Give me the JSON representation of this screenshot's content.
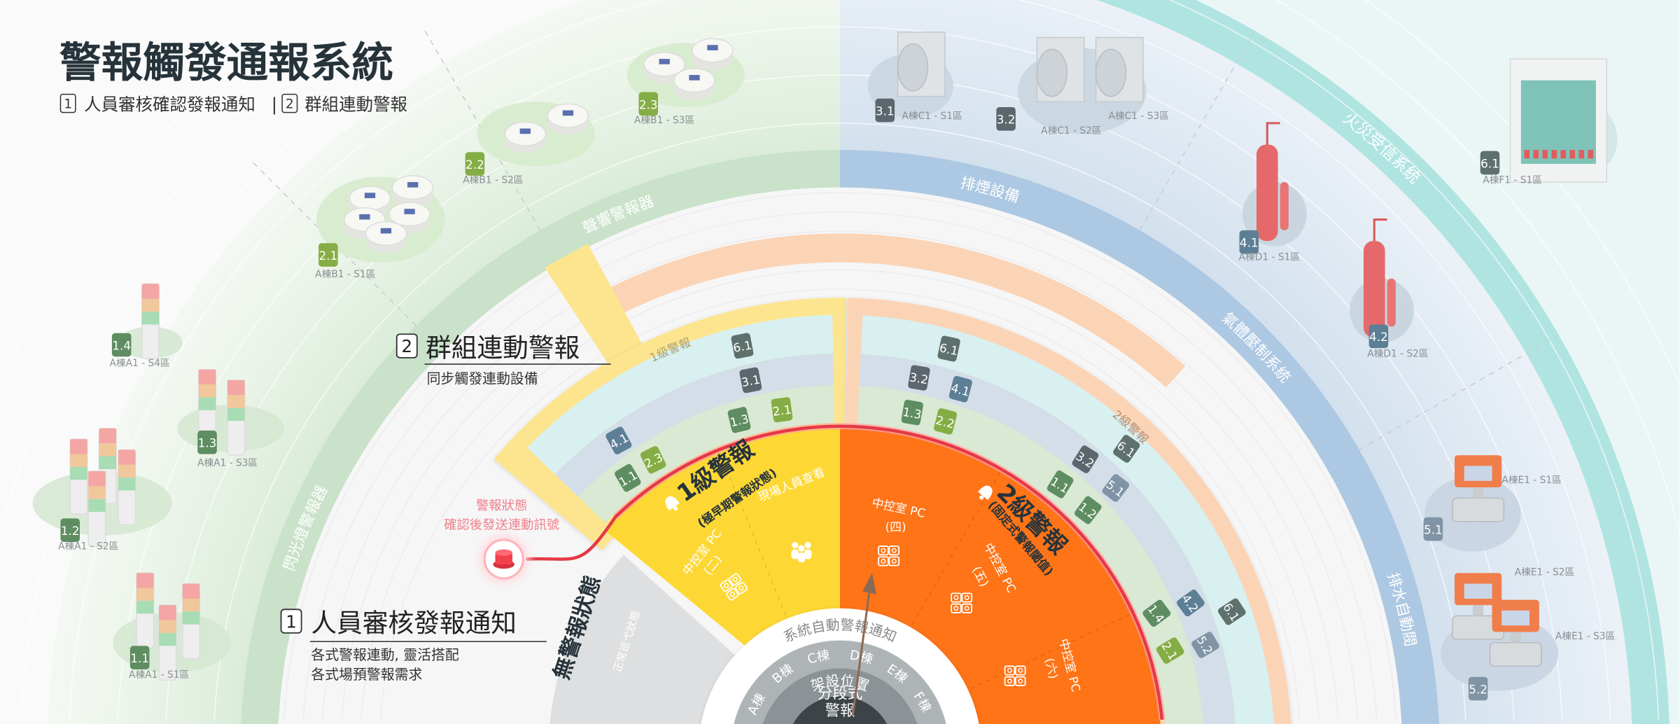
{
  "header": {
    "title": "警報觸發通報系統",
    "sub_num1": "1",
    "sub_text1": "人員審核確認發報通知",
    "sub_sep": "|",
    "sub_num2": "2",
    "sub_text2": "群組連動警報"
  },
  "callout_group": {
    "num": "2",
    "title": "群組連動警報",
    "desc": "同步觸發連動設備"
  },
  "callout_manual": {
    "num": "1",
    "title": "人員審核發報通知",
    "desc1": "各式警報連動, 靈活搭配",
    "desc2": "各式場預警報需求"
  },
  "alarm_state": {
    "title": "警報狀態",
    "desc": "確認後發送連動訊號"
  },
  "rings": {
    "sound": "聲響警報器",
    "flash": "閃光燈警報器",
    "smoke": "排煙設備",
    "gas": "氣體壓制系統",
    "drain": "排水自動閥",
    "fire": "火災受信系統"
  },
  "level1": {
    "frame_label": "1級警報",
    "title": "1級警報",
    "subtitle": "(極早期警報狀態)",
    "pc_label": "中控室 PC",
    "pc_num": "(二)",
    "onsite": "現場人員查看",
    "bands": {
      "cyan": [
        "6.1"
      ],
      "blue": [
        "3.1",
        "4.1"
      ],
      "green": [
        "1.3",
        "2.1",
        "2.3",
        "1.1"
      ]
    }
  },
  "level2": {
    "frame_label": "2級警報",
    "title": "2級警報",
    "subtitle": "(固定式警報閾值)",
    "pc4_label": "中控室 PC",
    "pc4_num": "(四)",
    "pc5_label": "中控室 PC",
    "pc5_num": "(五)",
    "pc6_label": "中控室 PC",
    "pc6_num": "(六)",
    "bands": {
      "cyan": [
        "6.1",
        "6.1",
        "6.1"
      ],
      "blue": [
        "3.2",
        "4.1",
        "3.2",
        "5.1",
        "4.2",
        "5.2"
      ],
      "green": [
        "1.3",
        "2.2",
        "1.1",
        "1.2",
        "1.4",
        "2.1"
      ]
    }
  },
  "idle": {
    "title": "無警報狀態",
    "desc": "正常巡弋狀態"
  },
  "center": {
    "auto_notify": "系統自動警報通知",
    "floors": [
      "A棟",
      "B棟",
      "C棟",
      "D棟",
      "E棟",
      "F棟"
    ],
    "location": "架設位置",
    "core_line1": "分段式",
    "core_line2": "警報"
  },
  "devices": [
    {
      "id": "2.1",
      "label": "A棟B1 - S1區",
      "type": "smoke"
    },
    {
      "id": "2.2",
      "label": "A棟B1 - S2區",
      "type": "smoke"
    },
    {
      "id": "2.3",
      "label": "A棟B1 - S3區",
      "type": "smoke"
    },
    {
      "id": "1.4",
      "label": "A棟A1 - S4區",
      "type": "tower"
    },
    {
      "id": "1.3",
      "label": "A棟A1 - S3區",
      "type": "tower"
    },
    {
      "id": "1.2",
      "label": "A棟A1 - S2區",
      "type": "tower"
    },
    {
      "id": "1.1",
      "label": "A棟A1 - S1區",
      "type": "tower"
    },
    {
      "id": "3.1",
      "label": "A棟C1 - S1區",
      "type": "fan"
    },
    {
      "id": "3.2",
      "label": "A棟C1 - S2區",
      "label2": "A棟C1 - S3區",
      "type": "fan"
    },
    {
      "id": "4.1",
      "label": "A棟D1 - S1區",
      "type": "gas"
    },
    {
      "id": "4.2",
      "label": "A棟D1 - S2區",
      "type": "gas"
    },
    {
      "id": "6.1",
      "label": "A棟F1 - S1區",
      "type": "panel"
    },
    {
      "id": "5.1",
      "label": "A棟E1 - S1區",
      "type": "valve"
    },
    {
      "id": "5.2",
      "label": "A棟E1 - S2區",
      "label2": "A棟E1 - S3區",
      "type": "valve"
    }
  ],
  "colors": {
    "yellow": "#fdd835",
    "orange": "#ff7417",
    "red_line": "#e53946",
    "badge_1": "#5f8d62",
    "badge_2": "#85ad45",
    "badge_3": "#5b666d",
    "badge_4": "#5d7f96",
    "badge_5": "#8094a6",
    "badge_6": "#5f716d"
  }
}
